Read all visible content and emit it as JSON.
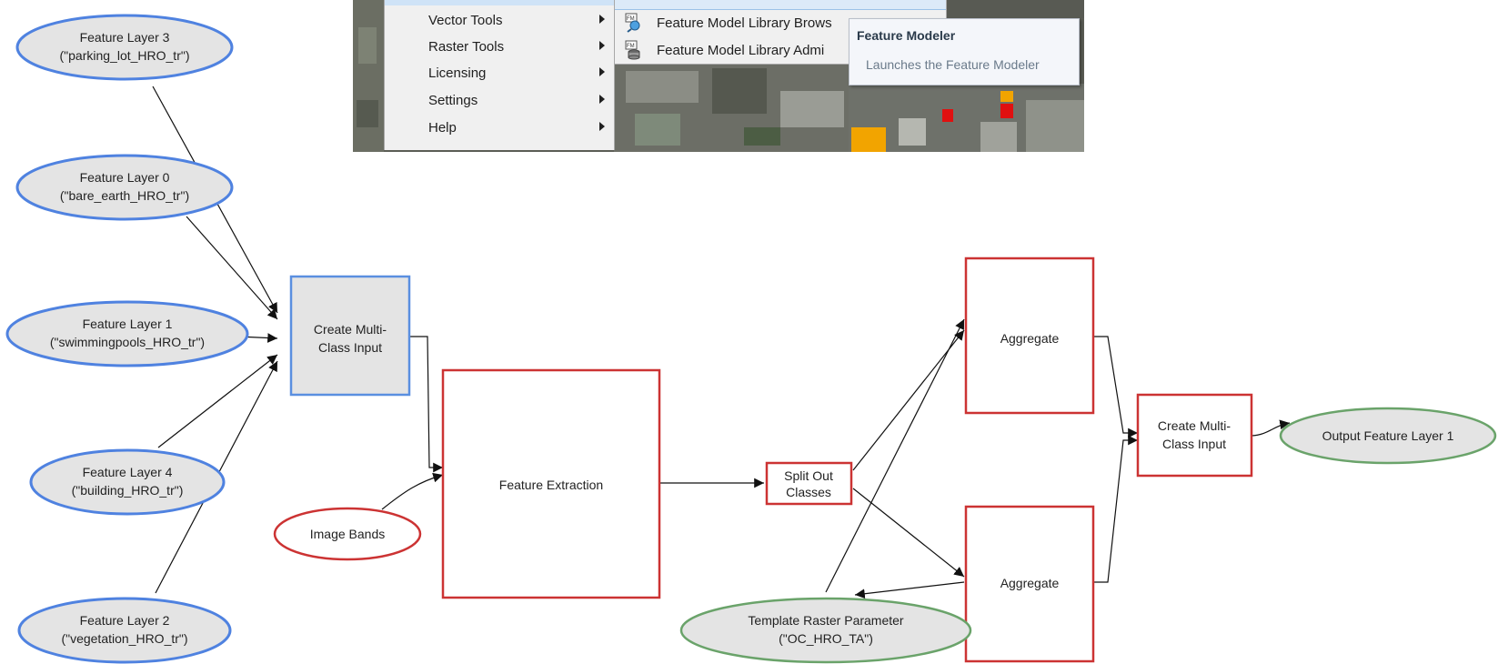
{
  "menu": {
    "items": [
      {
        "label": "Vector Tools",
        "has_submenu": true
      },
      {
        "label": "Raster Tools",
        "has_submenu": true
      },
      {
        "label": "Licensing",
        "has_submenu": true
      },
      {
        "label": "Settings",
        "has_submenu": true
      },
      {
        "label": "Help",
        "has_submenu": true
      }
    ]
  },
  "submenu": {
    "items": [
      {
        "label": "Feature Model Library Brows",
        "icon": "library-browse-icon"
      },
      {
        "label": "Feature Model Library Admi",
        "icon": "library-admin-icon"
      }
    ]
  },
  "tooltip": {
    "title": "Feature Modeler",
    "description": "Launches the Feature Modeler"
  },
  "diagram": {
    "nodes": {
      "fl3": {
        "line1": "Feature Layer 3",
        "line2": "(\"parking_lot_HRO_tr\")"
      },
      "fl0": {
        "line1": "Feature Layer 0",
        "line2": "(\"bare_earth_HRO_tr\")"
      },
      "fl1": {
        "line1": "Feature Layer 1",
        "line2": "(\"swimmingpools_HRO_tr\")"
      },
      "fl4": {
        "line1": "Feature Layer 4",
        "line2": "(\"building_HRO_tr\")"
      },
      "fl2": {
        "line1": "Feature Layer 2",
        "line2": "(\"vegetation_HRO_tr\")"
      },
      "cmci1": {
        "line1": "Create Multi-",
        "line2": "Class Input"
      },
      "image_bands": {
        "line1": "Image Bands"
      },
      "feature_extraction": {
        "line1": "Feature Extraction"
      },
      "split_out": {
        "line1": "Split Out",
        "line2": "Classes"
      },
      "aggregate1": {
        "line1": "Aggregate"
      },
      "aggregate2": {
        "line1": "Aggregate"
      },
      "cmci2": {
        "line1": "Create Multi-",
        "line2": "Class Input"
      },
      "output": {
        "line1": "Output Feature Layer 1"
      },
      "template": {
        "line1": "Template Raster Parameter",
        "line2": "(\"OC_HRO_TA\")"
      }
    }
  },
  "colors": {
    "input_ellipse_fill": "#e4e4e4",
    "input_ellipse_stroke": "#4f82e0",
    "input_box_stroke": "#5a8fe0",
    "operator_stroke": "#cc3333",
    "output_ellipse_fill": "#e4e4e4",
    "output_ellipse_stroke": "#6aa36a",
    "edge": "#111111"
  }
}
